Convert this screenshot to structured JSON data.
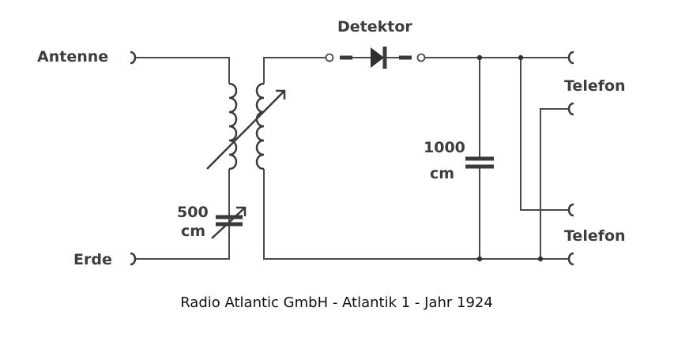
{
  "labels": {
    "antenne": "Antenne",
    "erde": "Erde",
    "detektor": "Detektor",
    "telefon_top": "Telefon",
    "telefon_bottom": "Telefon",
    "cap_500_value": "500",
    "cap_500_unit": "cm",
    "cap_1000_value": "1000",
    "cap_1000_unit": "cm"
  },
  "caption": "Radio Atlantic GmbH - Atlantik 1 - Jahr 1924",
  "colors": {
    "ink": "#3d3d3d",
    "background": "#ffffff"
  }
}
